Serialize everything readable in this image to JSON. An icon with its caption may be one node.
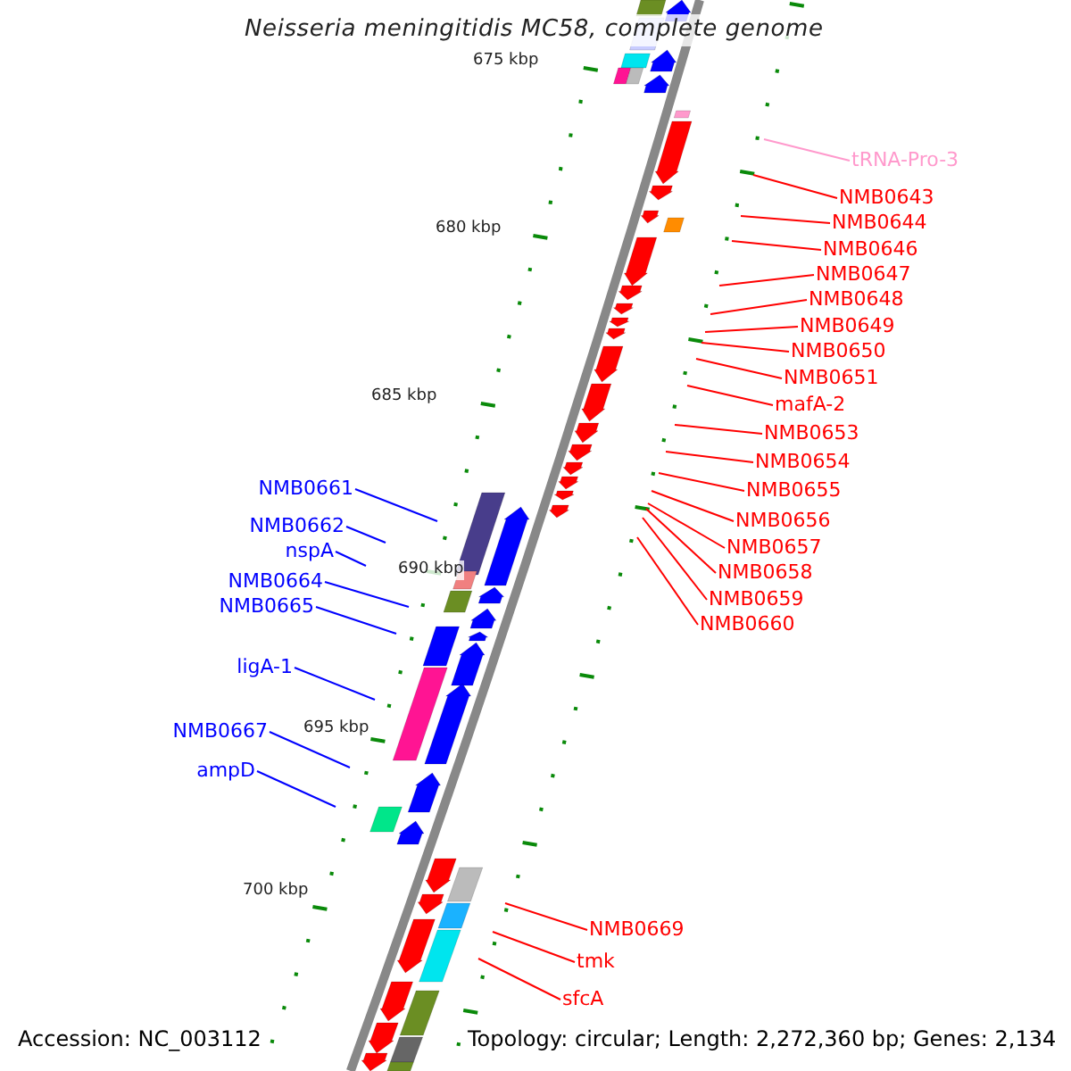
{
  "diagram": {
    "title": "Neisseria meningitidis MC58, complete genome",
    "nodes": [
      {
        "text": [
          "tRNA-Pro-3"
        ]
      },
      {
        "text": [
          "NMB0643"
        ]
      },
      {
        "text": [
          "NMB0644"
        ]
      },
      {
        "text": [
          "NMB0646"
        ]
      },
      {
        "text": [
          "NMB0647"
        ]
      },
      {
        "text": [
          "NMB0648"
        ]
      },
      {
        "text": [
          "NMB0649"
        ]
      },
      {
        "text": [
          "NMB0650"
        ]
      },
      {
        "text": [
          "NMB0651"
        ]
      },
      {
        "text": [
          "mafA-2"
        ]
      },
      {
        "text": [
          "NMB0653"
        ]
      },
      {
        "text": [
          "NMB0654"
        ]
      },
      {
        "text": [
          "NMB0655"
        ]
      },
      {
        "text": [
          "NMB0656"
        ]
      },
      {
        "text": [
          "NMB0657"
        ]
      },
      {
        "text": [
          "NMB0658"
        ]
      },
      {
        "text": [
          "NMB0659"
        ]
      },
      {
        "text": [
          "NMB0660"
        ]
      },
      {
        "text": [
          "NMB0661"
        ]
      },
      {
        "text": [
          "NMB0662"
        ]
      },
      {
        "text": [
          "nspA"
        ]
      },
      {
        "text": [
          "NMB0664"
        ]
      },
      {
        "text": [
          "NMB0665"
        ]
      },
      {
        "text": [
          "ligA-1"
        ]
      },
      {
        "text": [
          "NMB0667"
        ]
      },
      {
        "text": [
          "ampD"
        ]
      },
      {
        "text": [
          "NMB0669"
        ]
      },
      {
        "text": [
          "tmk"
        ]
      },
      {
        "text": [
          "sfcA"
        ]
      }
    ],
    "edges": [
      {
        "from": 0,
        "to": null,
        "arrow": "none",
        "color": "#ff99cc"
      },
      {
        "from": 1,
        "to": null,
        "arrow": "none"
      },
      {
        "from": 2,
        "to": null,
        "arrow": "none"
      },
      {
        "from": 3,
        "to": null,
        "arrow": "none"
      },
      {
        "from": 4,
        "to": null,
        "arrow": "none"
      },
      {
        "from": 5,
        "to": null,
        "arrow": "none"
      },
      {
        "from": 6,
        "to": null,
        "arrow": "none"
      },
      {
        "from": 7,
        "to": null,
        "arrow": "none"
      },
      {
        "from": 8,
        "to": null,
        "arrow": "none"
      },
      {
        "from": 9,
        "to": null,
        "arrow": "none"
      },
      {
        "from": 10,
        "to": null,
        "arrow": "none"
      },
      {
        "from": 11,
        "to": null,
        "arrow": "none"
      },
      {
        "from": 12,
        "to": null,
        "arrow": "none"
      },
      {
        "from": 13,
        "to": null,
        "arrow": "none"
      },
      {
        "from": 14,
        "to": null,
        "arrow": "none"
      },
      {
        "from": 15,
        "to": null,
        "arrow": "none"
      },
      {
        "from": 16,
        "to": null,
        "arrow": "none"
      },
      {
        "from": 17,
        "to": null,
        "arrow": "none"
      },
      {
        "from": 18,
        "to": null,
        "arrow": "none",
        "color": "#0000ff"
      },
      {
        "from": 19,
        "to": null,
        "arrow": "none",
        "color": "#0000ff"
      },
      {
        "from": 20,
        "to": null,
        "arrow": "none",
        "color": "#0000ff"
      },
      {
        "from": 21,
        "to": null,
        "arrow": "none",
        "color": "#0000ff"
      },
      {
        "from": 22,
        "to": null,
        "arrow": "none",
        "color": "#0000ff"
      },
      {
        "from": 23,
        "to": null,
        "arrow": "none",
        "color": "#0000ff"
      },
      {
        "from": 24,
        "to": null,
        "arrow": "none",
        "color": "#0000ff"
      },
      {
        "from": 25,
        "to": null,
        "arrow": "none",
        "color": "#0000ff"
      },
      {
        "from": 26,
        "to": null,
        "arrow": "none"
      },
      {
        "from": 27,
        "to": null,
        "arrow": "none"
      },
      {
        "from": 28,
        "to": null,
        "arrow": "none"
      }
    ],
    "labels": [
      "675 kbp",
      "680 kbp",
      "685 kbp",
      "690 kbp",
      "695 kbp",
      "700 kbp",
      "Accession: NC_003112",
      "Topology: circular; Length: 2,272,360 bp; Genes: 2,134"
    ]
  }
}
